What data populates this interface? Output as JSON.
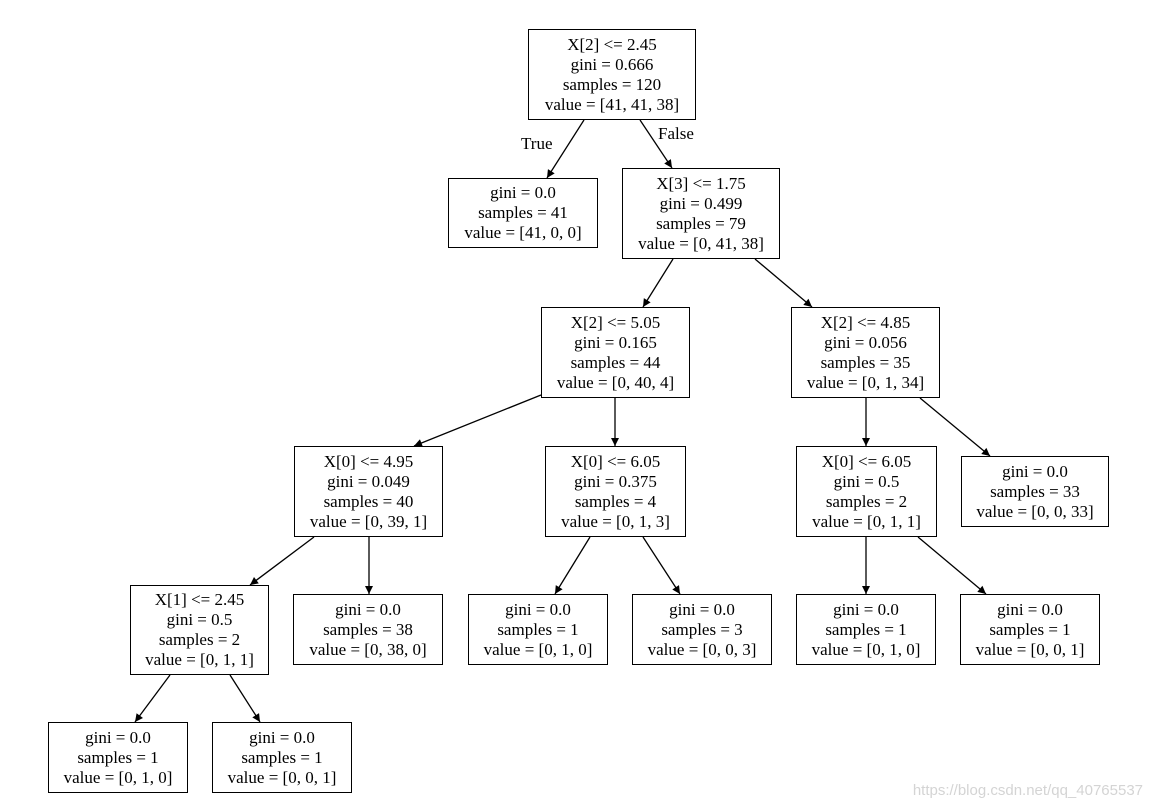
{
  "nodes": [
    {
      "id": "n0",
      "lines": [
        "X[2] <= 2.45",
        "gini = 0.666",
        "samples = 120",
        "value = [41, 41, 38]"
      ]
    },
    {
      "id": "n1",
      "lines": [
        "gini = 0.0",
        "samples = 41",
        "value = [41, 0, 0]"
      ]
    },
    {
      "id": "n2",
      "lines": [
        "X[3] <= 1.75",
        "gini = 0.499",
        "samples = 79",
        "value = [0, 41, 38]"
      ]
    },
    {
      "id": "n3",
      "lines": [
        "X[2] <= 5.05",
        "gini = 0.165",
        "samples = 44",
        "value = [0, 40, 4]"
      ]
    },
    {
      "id": "n4",
      "lines": [
        "X[2] <= 4.85",
        "gini = 0.056",
        "samples = 35",
        "value = [0, 1, 34]"
      ]
    },
    {
      "id": "n5",
      "lines": [
        "X[0] <= 4.95",
        "gini = 0.049",
        "samples = 40",
        "value = [0, 39, 1]"
      ]
    },
    {
      "id": "n6",
      "lines": [
        "X[0] <= 6.05",
        "gini = 0.375",
        "samples = 4",
        "value = [0, 1, 3]"
      ]
    },
    {
      "id": "n7",
      "lines": [
        "X[0] <= 6.05",
        "gini = 0.5",
        "samples = 2",
        "value = [0, 1, 1]"
      ]
    },
    {
      "id": "n8",
      "lines": [
        "gini = 0.0",
        "samples = 33",
        "value = [0, 0, 33]"
      ]
    },
    {
      "id": "n9",
      "lines": [
        "X[1] <= 2.45",
        "gini = 0.5",
        "samples = 2",
        "value = [0, 1, 1]"
      ]
    },
    {
      "id": "n10",
      "lines": [
        "gini = 0.0",
        "samples = 38",
        "value = [0, 38, 0]"
      ]
    },
    {
      "id": "n11",
      "lines": [
        "gini = 0.0",
        "samples = 1",
        "value = [0, 1, 0]"
      ]
    },
    {
      "id": "n12",
      "lines": [
        "gini = 0.0",
        "samples = 3",
        "value = [0, 0, 3]"
      ]
    },
    {
      "id": "n13",
      "lines": [
        "gini = 0.0",
        "samples = 1",
        "value = [0, 1, 0]"
      ]
    },
    {
      "id": "n14",
      "lines": [
        "gini = 0.0",
        "samples = 1",
        "value = [0, 0, 1]"
      ]
    },
    {
      "id": "n15",
      "lines": [
        "gini = 0.0",
        "samples = 1",
        "value = [0, 1, 0]"
      ]
    },
    {
      "id": "n16",
      "lines": [
        "gini = 0.0",
        "samples = 1",
        "value = [0, 0, 1]"
      ]
    }
  ],
  "edges": [
    {
      "from": "n0",
      "to": "n1"
    },
    {
      "from": "n0",
      "to": "n2"
    },
    {
      "from": "n2",
      "to": "n3"
    },
    {
      "from": "n2",
      "to": "n4"
    },
    {
      "from": "n3",
      "to": "n5"
    },
    {
      "from": "n3",
      "to": "n6"
    },
    {
      "from": "n4",
      "to": "n7"
    },
    {
      "from": "n4",
      "to": "n8"
    },
    {
      "from": "n5",
      "to": "n9"
    },
    {
      "from": "n5",
      "to": "n10"
    },
    {
      "from": "n6",
      "to": "n11"
    },
    {
      "from": "n6",
      "to": "n12"
    },
    {
      "from": "n7",
      "to": "n13"
    },
    {
      "from": "n7",
      "to": "n14"
    },
    {
      "from": "n9",
      "to": "n15"
    },
    {
      "from": "n9",
      "to": "n16"
    }
  ],
  "edge_labels": {
    "true_label": "True",
    "false_label": "False"
  },
  "watermark": "https://blog.csdn.net/qq_40765537"
}
